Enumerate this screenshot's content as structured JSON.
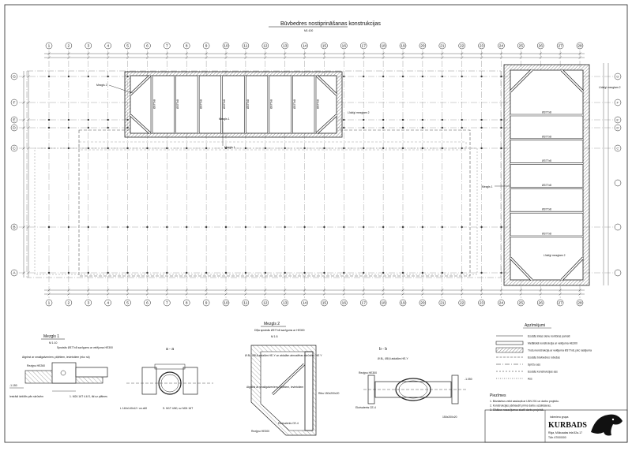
{
  "drawing": {
    "title": "Būvbedres nostiprināšanas konstrukcijas",
    "scale": "M1:100",
    "axis_numbers": [
      "1",
      "2",
      "3",
      "4",
      "5",
      "6",
      "7",
      "8",
      "9",
      "10",
      "11",
      "12",
      "13",
      "14",
      "15",
      "16",
      "17",
      "18",
      "19",
      "20",
      "21",
      "22",
      "23",
      "24",
      "25",
      "26",
      "27",
      "28"
    ],
    "axis_letters": [
      "G",
      "F",
      "E",
      "D",
      "C",
      "B",
      "A"
    ],
    "axis_letters_right": [
      "G'",
      "F'",
      "E'",
      "D'",
      "C'"
    ]
  },
  "plan_labels": {
    "mezgls_2": "Mezgls 2",
    "mezgls_1_left": "Mezgls 1",
    "mezgls_1_right": "Mezgls 1",
    "liduzi_left": "Līdzīgi mezglam 2",
    "liduzi_right_top": "Līdzīgi mezglam 2",
    "liduzi_right_bot": "Līdzīgi mezglam 2",
    "strut_label": "Ø377x8",
    "strut_label_wide": "Ø377x8",
    "left_strut_count": 8,
    "right_strut_count": 6
  },
  "details": {
    "mezgls1": {
      "title": "Mezgls 1",
      "scale": "M 1:10",
      "note1": "Spraislis Ø377x8 sazīgums ar velējuma HE300",
      "note2": "Atgriezi ar smailgalveniem, piķētiem, ievietotiem (ekv. sk)",
      "note3": "Rezģņu HE260",
      "note4": "Iestrādi izbīdīts pēc skrūvēm",
      "note5": "1. M24 16T 4.6 S, tāl uz plātnes",
      "level": "-1.150"
    },
    "section_aa": {
      "title": "a - a",
      "plate": "L 140x140x12 / un.x60",
      "note": "S. M1T 4/60, uz M24 16T"
    },
    "mezgls2": {
      "title": "Mezgls 2",
      "subtitle": "Dīļļa spraislis Ø377x8 sazīgums ar HE300",
      "scale": "M 1:5",
      "note1": "Ø 8L, Ø8,6 atdalām HE-Y un atdalām atmosfēras skrūvēm, HE Y",
      "note2": "Atgriezi ar smailgalveniem, piķētiem, ievietotiem",
      "note3": "Ekvivalents CE-4",
      "note4": "Ribu 150x200x20",
      "note5": "Rezģņu HE300"
    },
    "section_bb": {
      "title": "b - b",
      "note1": "Ø 8L, Ø8,6 atdalām HE-Y",
      "note2": "Rezģņu HE300",
      "note3": "Ekvivalents CE-4",
      "note4": "150x200x20",
      "level": "-1.050"
    }
  },
  "legend": {
    "title": "Apzīmējumi",
    "items": [
      {
        "text": "Esošās ēkas sienu kontūras pamati",
        "style": "thin"
      },
      {
        "text": "Metāliskā konstrukcija ar velējuma HE300",
        "style": "double"
      },
      {
        "text": "Trošu konstrukcija ar velējuma Ø377x8, pēc rasējuma",
        "style": "hatch"
      },
      {
        "text": "Esošās būvbedres robežas",
        "style": "dashed"
      },
      {
        "text": "Sprīžu ass",
        "style": "dashdot"
      },
      {
        "text": "Esošās konstrukcijas ass",
        "style": "dash"
      },
      {
        "text": "Ass",
        "style": "dot"
      }
    ],
    "notes_title": "Piezīmes",
    "notes": [
      "1. Būvdarbus veikt saskaņā ar LBN 201 un darbu projektu.",
      "2. Konstrukcijas pārbaudīt pirms darbu uzsākšanas.",
      "3. Sīkākus nosacījumus skatīt darbu projektā."
    ]
  },
  "title_block": {
    "company_line": "inženieru grupa",
    "company": "KURBADS",
    "address": "Rīga, Mūkusalas iela 52a-17",
    "phone": "Tālr. 67000000"
  }
}
